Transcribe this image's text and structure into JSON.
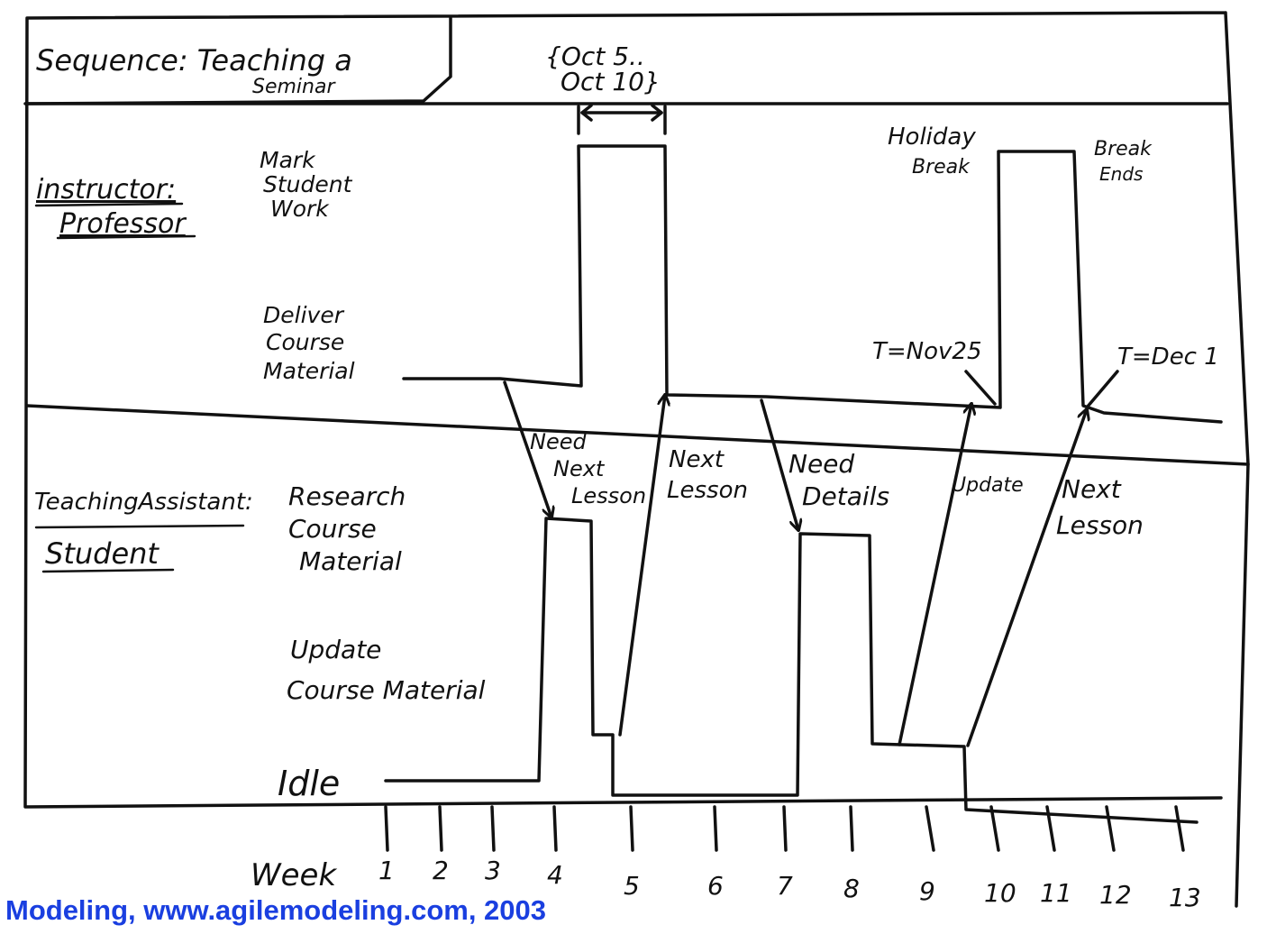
{
  "title": {
    "line1": "Sequence: Teaching a",
    "line2": "Seminar"
  },
  "lifelines": [
    {
      "name_line1": "instructor:",
      "name_line2": "Professor",
      "states": [
        {
          "label_lines": [
            "Mark",
            "Student",
            "Work"
          ]
        },
        {
          "label_lines": [
            "Deliver",
            "Course",
            "Material"
          ]
        }
      ]
    },
    {
      "name_line1": "TeachingAssistant:",
      "name_line2": "Student",
      "states": [
        {
          "label_lines": [
            "Research",
            "Course",
            "Material"
          ]
        },
        {
          "label_lines": [
            "Update",
            "Course Material"
          ]
        },
        {
          "label_lines": [
            "Idle"
          ]
        }
      ]
    }
  ],
  "annotations": {
    "oct_range": {
      "line1": "{Oct 5..",
      "line2": "Oct 10}"
    },
    "holiday_break": {
      "line1": "Holiday",
      "line2": "Break"
    },
    "break_ends": {
      "line1": "Break",
      "line2": "Ends"
    },
    "t_nov25": "T=Nov25",
    "t_dec1": "T=Dec 1"
  },
  "messages": [
    {
      "label_lines": [
        "Need",
        "Next",
        "Lesson"
      ]
    },
    {
      "label_lines": [
        "Next",
        "Lesson"
      ]
    },
    {
      "label_lines": [
        "Need",
        "Details"
      ]
    },
    {
      "label_lines": [
        "Update"
      ]
    },
    {
      "label_lines": [
        "Next",
        "Lesson"
      ]
    }
  ],
  "axis": {
    "label": "Week",
    "ticks": [
      "1",
      "2",
      "3",
      "4",
      "5",
      "6",
      "7",
      "8",
      "9",
      "10",
      "11",
      "12",
      "13"
    ]
  },
  "footer": "Modeling, www.agilemodeling.com, 2003"
}
